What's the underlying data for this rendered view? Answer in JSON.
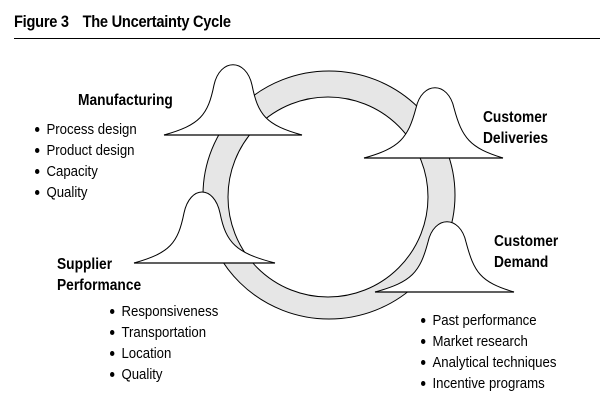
{
  "figure": {
    "number": "Figure 3",
    "title": "The Uncertainty Cycle"
  },
  "colors": {
    "ring_fill": "#e6e6e6",
    "stroke": "#000000",
    "bell_fill": "#ffffff"
  },
  "nodes": {
    "manufacturing": {
      "heading": "Manufacturing",
      "items": [
        "Process design",
        "Product design",
        "Capacity",
        "Quality"
      ]
    },
    "customer_deliveries": {
      "heading_line1": "Customer",
      "heading_line2": "Deliveries"
    },
    "customer_demand": {
      "heading_line1": "Customer",
      "heading_line2": "Demand",
      "items": [
        "Past performance",
        "Market research",
        "Analytical techniques",
        "Incentive programs"
      ]
    },
    "supplier_performance": {
      "heading_line1": "Supplier",
      "heading_line2": "Performance",
      "items": [
        "Responsiveness",
        "Transportation",
        "Location",
        "Quality"
      ]
    }
  }
}
